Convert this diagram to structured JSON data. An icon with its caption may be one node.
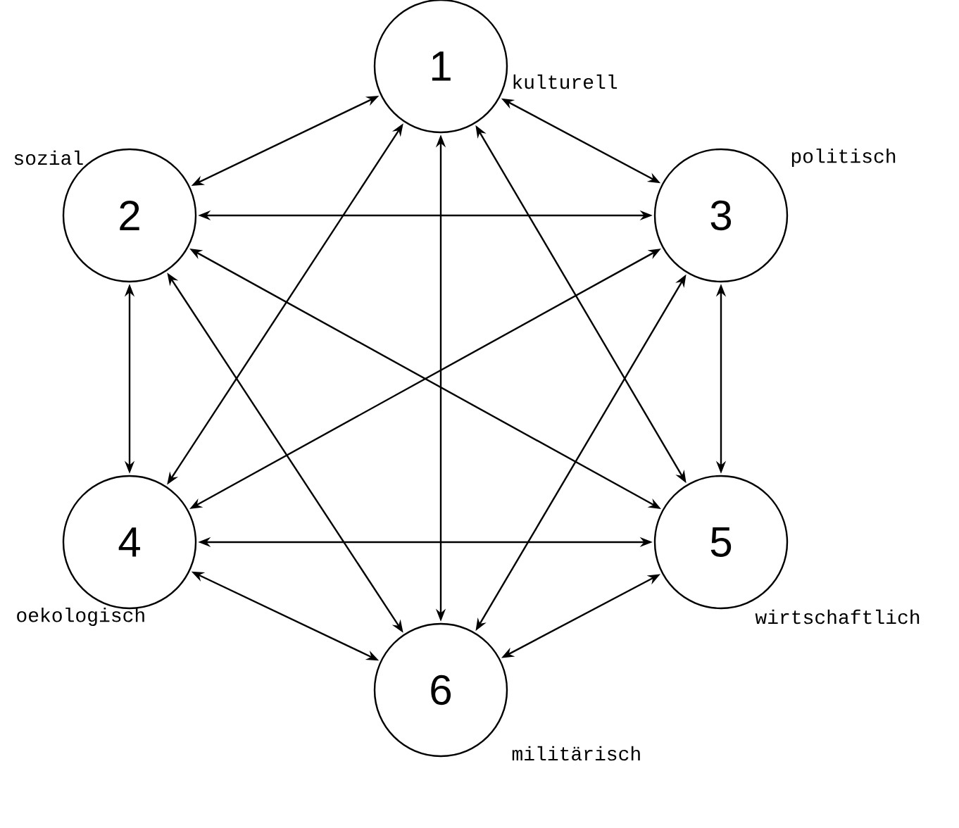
{
  "diagram": {
    "nodes": [
      {
        "text": [
          "1"
        ],
        "beside": [
          "kulturell"
        ]
      },
      {
        "text": [
          "2"
        ],
        "beside": [
          "sozial"
        ]
      },
      {
        "text": [
          "3"
        ],
        "beside": [
          "politisch"
        ]
      },
      {
        "text": [
          "4"
        ],
        "beside": [
          "oekologisch"
        ]
      },
      {
        "text": [
          "5"
        ],
        "beside": [
          "wirtschaftlich"
        ]
      },
      {
        "text": [
          "6"
        ],
        "beside": [
          "militärisch"
        ]
      }
    ],
    "edges": [
      {
        "from": 0,
        "to": 1,
        "arrow": "both"
      },
      {
        "from": 0,
        "to": 2,
        "arrow": "both"
      },
      {
        "from": 0,
        "to": 3,
        "arrow": "both"
      },
      {
        "from": 0,
        "to": 4,
        "arrow": "both"
      },
      {
        "from": 0,
        "to": 5,
        "arrow": "both"
      },
      {
        "from": 1,
        "to": 2,
        "arrow": "both"
      },
      {
        "from": 1,
        "to": 3,
        "arrow": "both"
      },
      {
        "from": 1,
        "to": 4,
        "arrow": "both"
      },
      {
        "from": 1,
        "to": 5,
        "arrow": "both"
      },
      {
        "from": 2,
        "to": 3,
        "arrow": "both"
      },
      {
        "from": 2,
        "to": 4,
        "arrow": "both"
      },
      {
        "from": 2,
        "to": 5,
        "arrow": "both"
      },
      {
        "from": 3,
        "to": 4,
        "arrow": "both"
      },
      {
        "from": 3,
        "to": 5,
        "arrow": "both"
      },
      {
        "from": 4,
        "to": 5,
        "arrow": "both"
      }
    ]
  }
}
